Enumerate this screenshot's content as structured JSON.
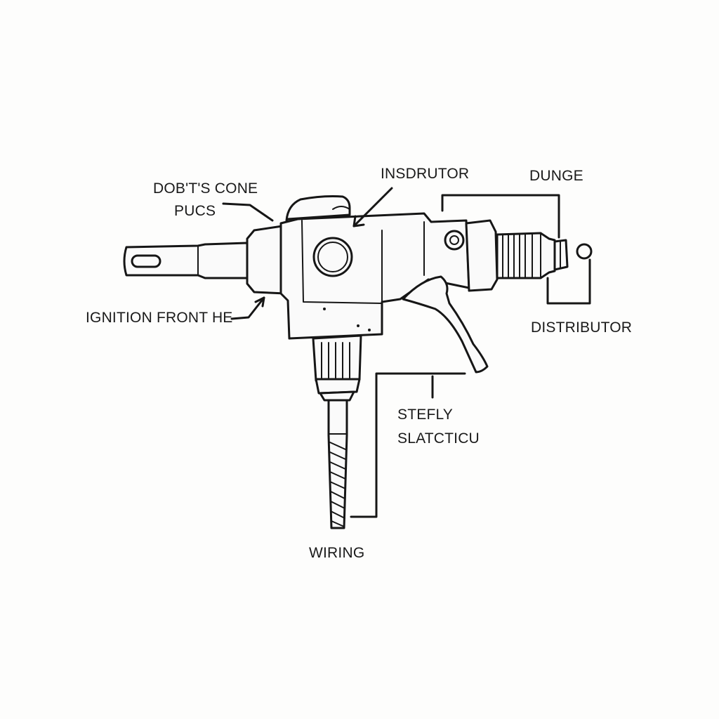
{
  "diagram": {
    "labels": {
      "top_left_line1": "DOB'T'S CONE",
      "top_left_line2": "PUCS",
      "top_center": "INSDRUTOR",
      "top_right": "DUNGE",
      "left_middle": "IGNITION FRONT HE",
      "right_middle": "DISTRIBUTOR",
      "center_line1": "STEFLY",
      "center_line2": "SLATCTICU",
      "bottom": "WIRING"
    }
  }
}
